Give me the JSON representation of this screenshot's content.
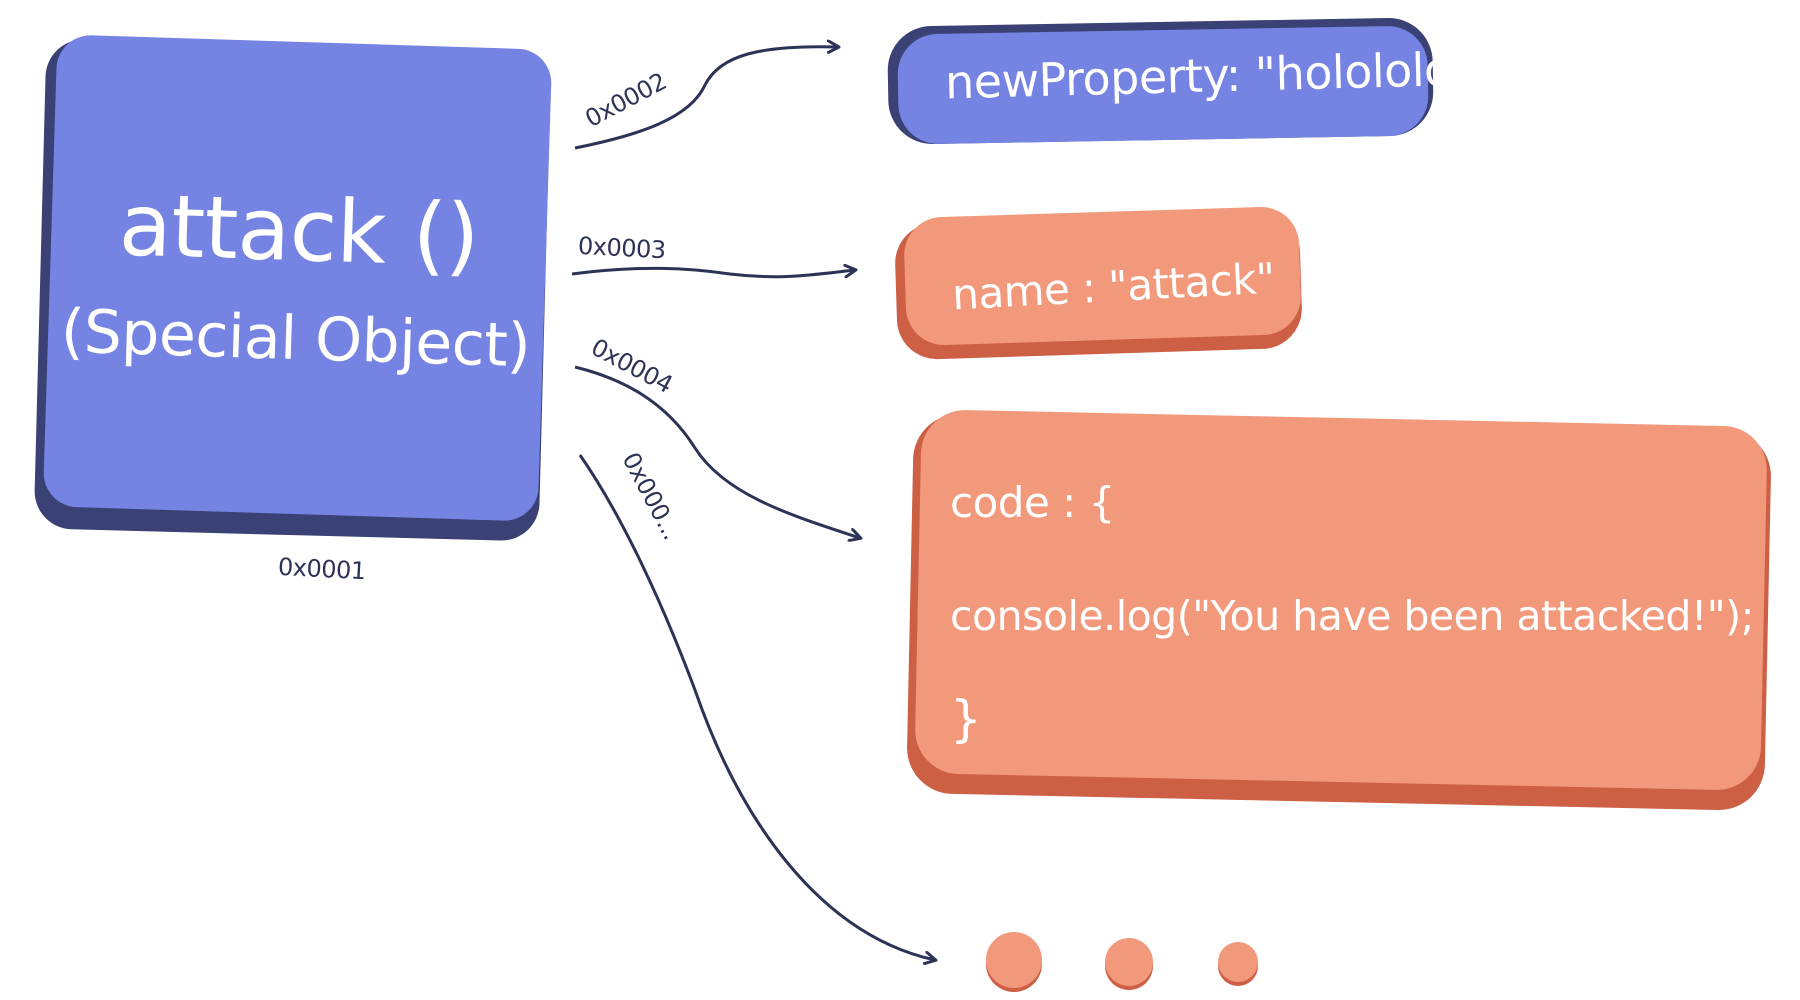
{
  "object": {
    "title": "attack ()",
    "subtitle": "(Special Object)",
    "address": "0x0001"
  },
  "properties": [
    {
      "address": "0x0002",
      "text": "newProperty: \"hololololo\""
    },
    {
      "address": "0x0003",
      "text": "name : \"attack\""
    },
    {
      "address": "0x0004",
      "code": [
        "code : {",
        "console.log(\"You have been attacked!\");",
        "}"
      ]
    },
    {
      "address": "0x000..."
    }
  ],
  "colors": {
    "blue_fill": "#7583e2",
    "blue_shadow": "#3a4175",
    "orange_fill": "#f2997c",
    "orange_shadow": "#cd5f45",
    "ink": "#2d3356"
  }
}
